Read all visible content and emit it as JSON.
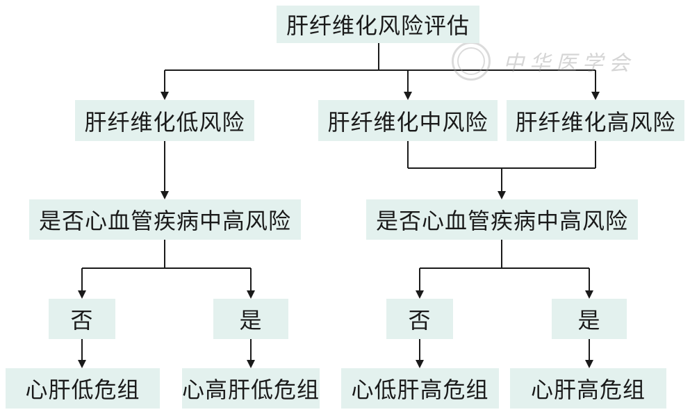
{
  "root": {
    "label": "肝纤维化风险评估"
  },
  "risk_levels": {
    "low": "肝纤维化低风险",
    "medium": "肝纤维化中风险",
    "high": "肝纤维化高风险"
  },
  "questions": {
    "left": "是否心血管疾病中高风险",
    "right": "是否心血管疾病中高风险"
  },
  "answers": {
    "left_no": "否",
    "left_yes": "是",
    "right_no": "否",
    "right_yes": "是"
  },
  "outcomes": {
    "left_no": "心肝低危组",
    "left_yes": "心高肝低危组",
    "right_no": "心低肝高危组",
    "right_yes": "心肝高危组"
  },
  "watermark": {
    "text": "中华医学会"
  },
  "colors": {
    "node_fill": "#e3f1ee",
    "line": "#1a1a1a"
  }
}
